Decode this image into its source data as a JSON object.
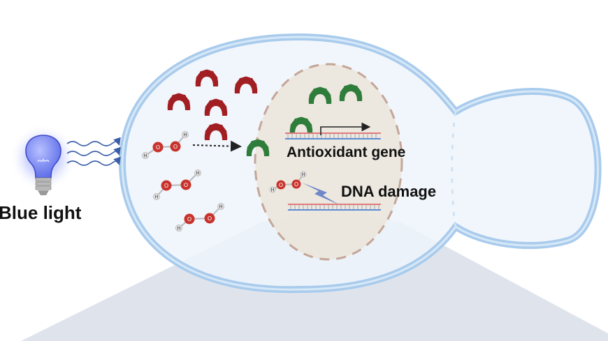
{
  "labels": {
    "light": "Blue light",
    "gene": "Antioxidant gene",
    "damage": "DNA damage"
  },
  "atoms": {
    "oxygen": "O",
    "hydrogen": "H"
  },
  "colors": {
    "cell_fill": "#eef5fb",
    "cell_outline": "#a9cbec",
    "nucleus_fill": "#ebe6dc",
    "nucleus_dash": "#c4a698",
    "inactive_protein": "#a11e22",
    "active_protein": "#2f7d3a",
    "oxygen": "#c8332d",
    "hydrogen": "#e3e3e3",
    "bulb": "#6f7ff0",
    "light_waves": "#3a5fa8",
    "dna_top": "#e07a7a",
    "dna_bottom": "#5b8bd6",
    "wedge": "#dfe4ec"
  },
  "icons": [
    "light-bulb-icon",
    "light-wave-icon",
    "inactive-protein-icon",
    "active-protein-icon",
    "hydrogen-peroxide-icon",
    "dna-strand-icon",
    "lightning-bolt-icon",
    "transcription-arrow-icon"
  ]
}
